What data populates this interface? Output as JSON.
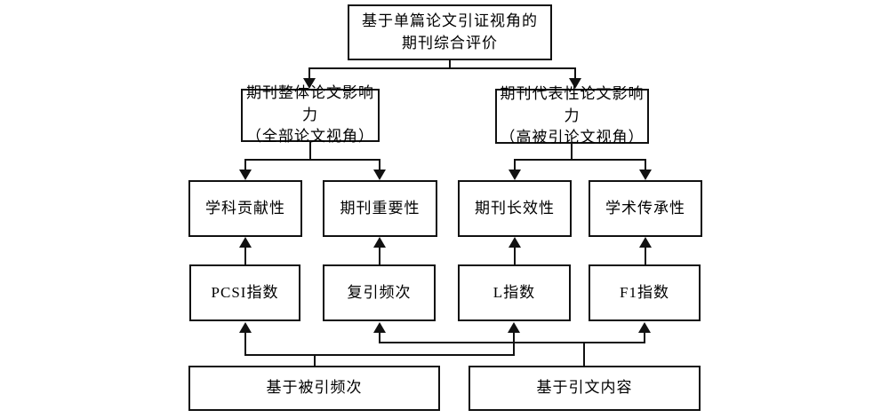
{
  "diagram": {
    "type": "flowchart",
    "background_color": "#ffffff",
    "line_color": "#111111",
    "box_border_color": "#111111",
    "box_fill_color": "#ffffff",
    "text_color": "#000000",
    "nodes": {
      "root": {
        "label": "基于单篇论文引证视角的\n期刊综合评价"
      },
      "overall_impact": {
        "label": "期刊整体论文影响力\n（全部论文视角）"
      },
      "representative_impact": {
        "label": "期刊代表性论文影响力\n（高被引论文视角）"
      },
      "discipline_contribution": {
        "label": "学科贡献性"
      },
      "journal_importance": {
        "label": "期刊重要性"
      },
      "journal_longevity": {
        "label": "期刊长效性"
      },
      "academic_inheritance": {
        "label": "学术传承性"
      },
      "pcsi_index": {
        "label": "PCSI指数"
      },
      "recitation_frequency": {
        "label": "复引频次"
      },
      "l_index": {
        "label": "L指数"
      },
      "f1_index": {
        "label": "F1指数"
      },
      "based_on_citation_frequency": {
        "label": "基于被引频次"
      },
      "based_on_citation_content": {
        "label": "基于引文内容"
      }
    },
    "edges": [
      {
        "from": "root",
        "to": "overall_impact",
        "direction": "down"
      },
      {
        "from": "root",
        "to": "representative_impact",
        "direction": "down"
      },
      {
        "from": "overall_impact",
        "to": "discipline_contribution",
        "direction": "down"
      },
      {
        "from": "overall_impact",
        "to": "journal_importance",
        "direction": "down"
      },
      {
        "from": "representative_impact",
        "to": "journal_longevity",
        "direction": "down"
      },
      {
        "from": "representative_impact",
        "to": "academic_inheritance",
        "direction": "down"
      },
      {
        "from": "pcsi_index",
        "to": "discipline_contribution",
        "direction": "up"
      },
      {
        "from": "recitation_frequency",
        "to": "journal_importance",
        "direction": "up"
      },
      {
        "from": "l_index",
        "to": "journal_longevity",
        "direction": "up"
      },
      {
        "from": "f1_index",
        "to": "academic_inheritance",
        "direction": "up"
      },
      {
        "from": "based_on_citation_frequency",
        "to": "pcsi_index",
        "direction": "up"
      },
      {
        "from": "based_on_citation_frequency",
        "to": "l_index",
        "direction": "up"
      },
      {
        "from": "based_on_citation_content",
        "to": "recitation_frequency",
        "direction": "up"
      },
      {
        "from": "based_on_citation_content",
        "to": "f1_index",
        "direction": "up"
      }
    ]
  }
}
